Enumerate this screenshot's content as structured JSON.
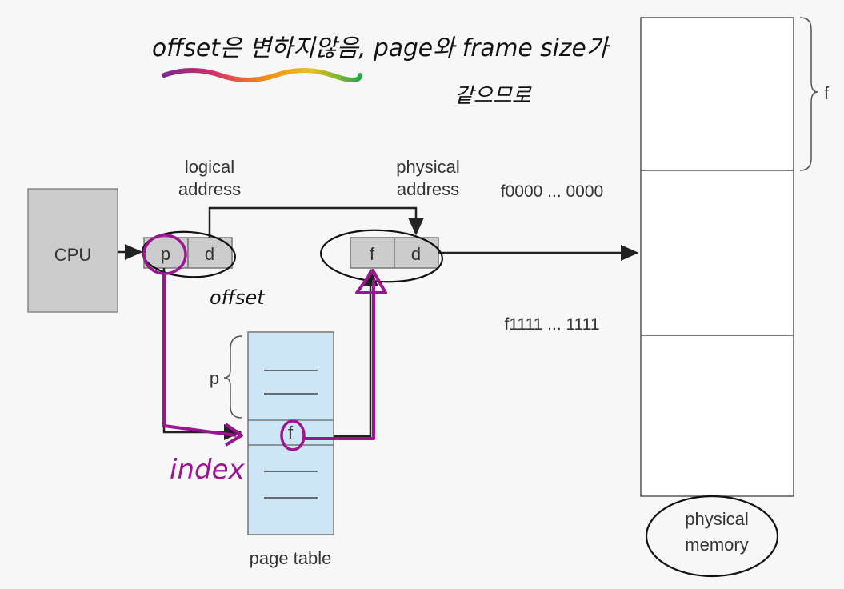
{
  "notes": {
    "top_line": "offset은 변하지않음, page와 frame size가",
    "top_line2": "같으므로",
    "offset": "offset",
    "index": "index"
  },
  "cpu": {
    "label": "CPU"
  },
  "logical_address": {
    "label_line1": "logical",
    "label_line2": "address",
    "p": "p",
    "d": "d"
  },
  "physical_address": {
    "label_line1": "physical",
    "label_line2": "address",
    "f": "f",
    "d": "d"
  },
  "page_table": {
    "label": "page table",
    "p": "p",
    "entry": "f"
  },
  "physical_memory": {
    "label_line1": "physical",
    "label_line2": "memory",
    "start_addr": "f0000 ... 0000",
    "end_addr": "f1111 ... 1111",
    "frame_label": "f"
  },
  "colors": {
    "cpu_fill": "#cccccc",
    "page_table_fill": "#cde6f5",
    "annotation_purple": "#9b1590",
    "ink": "#111111"
  }
}
